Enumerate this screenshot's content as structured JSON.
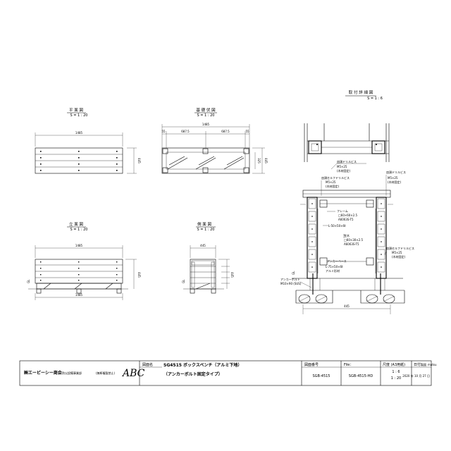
{
  "views": {
    "plan": {
      "title": "平 面 図",
      "scale": "S = 1 : 20",
      "dim_width": "1485",
      "dim_depth": "445"
    },
    "base": {
      "title": "基 礎 伏 図",
      "scale": "S = 1 : 20",
      "dim_width": "1485",
      "dim_left": "687.5",
      "dim_right": "687.5",
      "dim_edge_l": "55",
      "dim_edge_r": "55",
      "dim_depth_inner": "325",
      "dim_depth": "445"
    },
    "front": {
      "title": "立 面 図",
      "scale": "S = 1 : 20",
      "dim_width_top": "1485",
      "dim_width_bottom": "1485",
      "dim_height": "445",
      "dim_gl": "GL"
    },
    "side": {
      "title": "側 面 図",
      "scale": "S = 1 : 20",
      "dim_width": "445",
      "dim_height": "445",
      "dim_gl": "GL"
    },
    "detail": {
      "title": "取 付 詳 細 図",
      "scale": "S = 1 : 6",
      "labels": {
        "top_screw": "皿頭ドリルビス",
        "top_screw_spec": "M5×25",
        "top_screw_note": "(木材固定)",
        "self_drill_l": "皿頭セルフドリルビス",
        "self_drill_l_spec": "M5×25",
        "self_drill_l_note": "(木材固定)",
        "self_drill_r": "皿頭ドリルビス",
        "self_drill_r_spec": "M5×25",
        "self_drill_r_note": "(木材固定)",
        "frame": "フレーム",
        "frame_spec": "□60×60×2.5",
        "frame_spec2": "A6063S-T5",
        "angle": "L-50×50×6t",
        "rail": "笠木",
        "rail_spec": "□60×30×2.5",
        "rail_spec2": "A6063S-T5",
        "side_screw": "皿頭セルフドリルビス",
        "side_screw_spec": "M5×25",
        "side_screw_note": "(木材固定)",
        "anchor_base": "アンカーベース",
        "anchor_base_spec": "L-75×50×6t",
        "anchor_base_note": "アルミ形材",
        "anchor_bolt": "アンカーボルト",
        "anchor_bolt_spec": "M10×90 (SUS)",
        "gl": "GL",
        "dim_width": "445"
      }
    }
  },
  "title_block": {
    "company": "㈱エービーシー商会",
    "division": "防災設備事業部",
    "copyright": "(無断複製禁止)",
    "logo_text": "ABC",
    "drawing_name_label": "図面名",
    "drawing_name_line1": "SG4515 ボックスベンチ（アルミ下地）",
    "drawing_name_line2": "（アンカーボルト固定タイプ）",
    "drawing_number_label": "図面番号",
    "drawing_number": "SGB-4515",
    "file_label": "File：",
    "file_name": "SGB-4515-HD",
    "scale_label": "尺度 (A3用紙)",
    "scale_values": [
      "1 : 6",
      "1 : 20"
    ],
    "date_label": "日付",
    "date_value": "2020 年  10 月  27 日",
    "author_label": "製図",
    "author_name": "matsu"
  }
}
